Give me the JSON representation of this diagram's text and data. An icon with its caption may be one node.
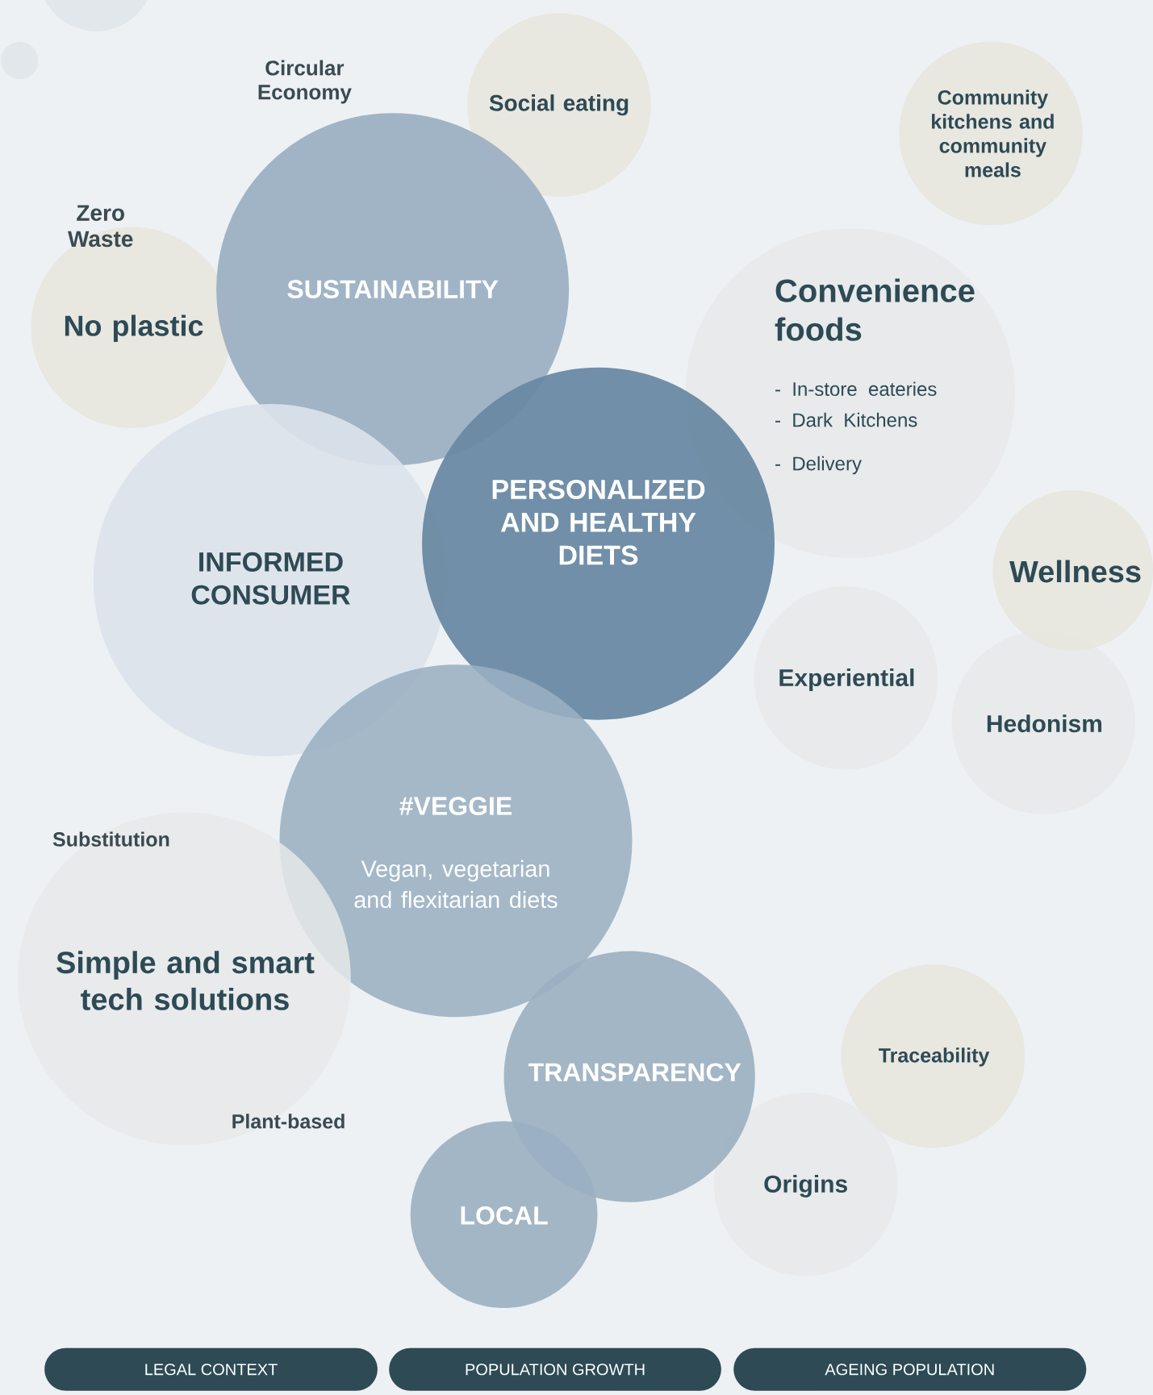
{
  "diagram": {
    "nodes": [
      {
        "text": [],
        "shape": "circle"
      },
      {
        "text": [],
        "shape": "circle"
      },
      {
        "text": [
          "Social eating"
        ]
      },
      {
        "text": [
          "Community kitchens and community meals"
        ]
      },
      {
        "text": [
          "SUSTAINABILITY"
        ]
      },
      {
        "text": [
          "No plastic"
        ]
      },
      {
        "text": [
          "Convenience foods",
          "- In-store eateries",
          "- Dark Kitchens",
          "- Delivery"
        ]
      },
      {
        "text": [
          "INFORMED CONSUMER"
        ]
      },
      {
        "text": [
          "PERSONALIZED AND HEALTHY DIETS"
        ]
      },
      {
        "text": [
          "Wellness"
        ]
      },
      {
        "text": [
          "Experiential"
        ]
      },
      {
        "text": [
          "Hedonism"
        ]
      },
      {
        "text": [
          "#VEGGIE",
          "Vegan, vegetarian and flexitarian diets"
        ]
      },
      {
        "text": [
          "Simple and smart tech solutions"
        ]
      },
      {
        "text": [
          "Traceability"
        ]
      },
      {
        "text": [
          "TRANSPARENCY"
        ]
      },
      {
        "text": [
          "Origins"
        ]
      },
      {
        "text": [
          "LOCAL"
        ]
      },
      {
        "text": [
          "LEGAL CONTEXT"
        ]
      },
      {
        "text": [
          "POPULATION GROWTH"
        ]
      },
      {
        "text": [
          "AGEING POPULATION"
        ]
      }
    ],
    "labels": [
      "Circular Economy",
      "Zero Waste",
      "Substitution",
      "Plant-based"
    ]
  }
}
